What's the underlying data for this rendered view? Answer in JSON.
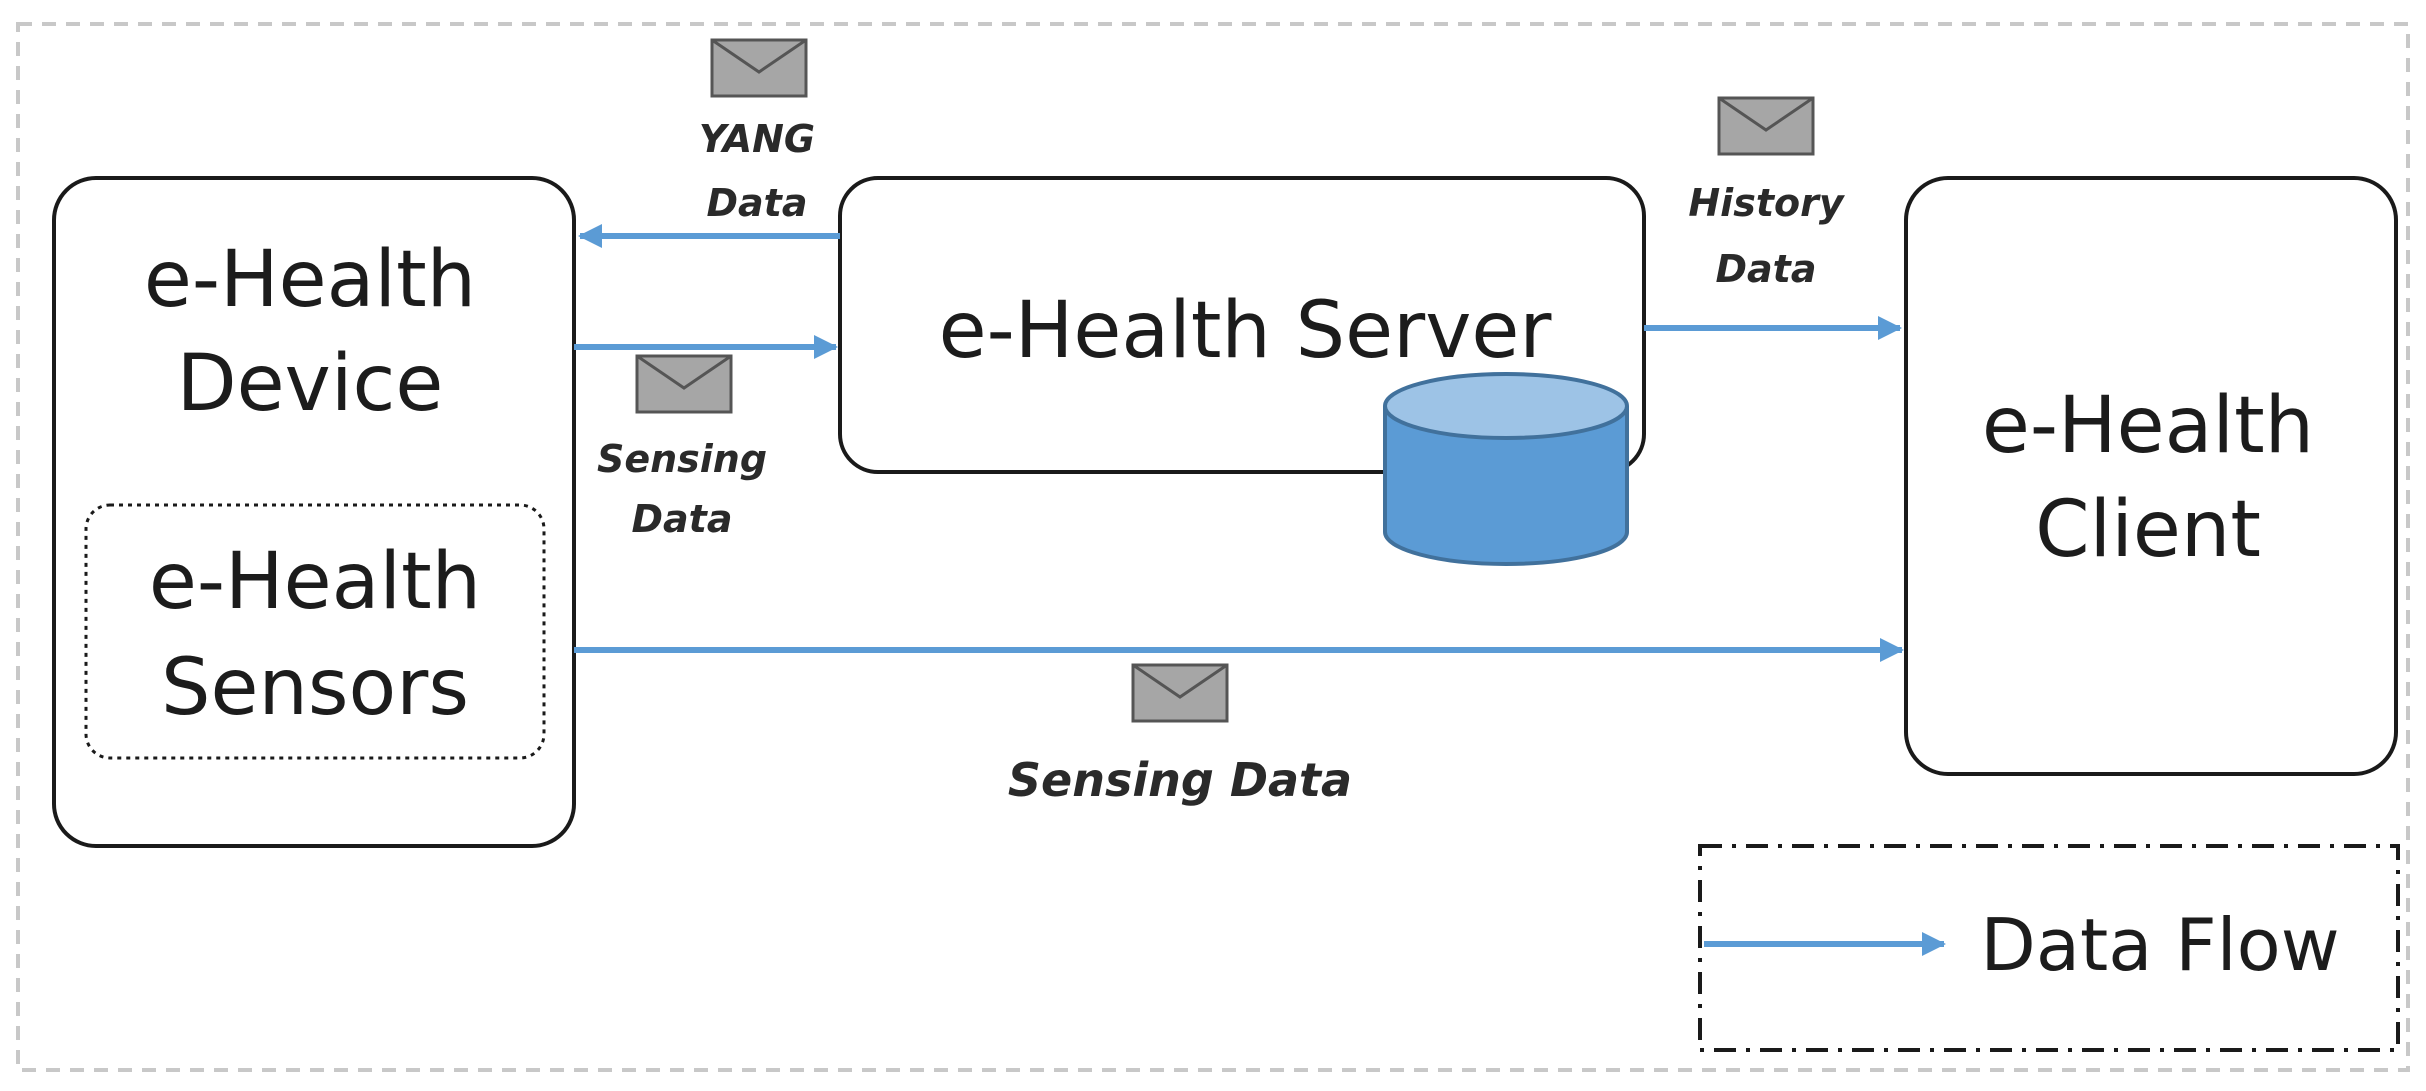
{
  "nodes": {
    "device": {
      "line1": "e-Health",
      "line2": "Device"
    },
    "sensors": {
      "line1": "e-Health",
      "line2": "Sensors"
    },
    "server": {
      "label": "e-Health Server"
    },
    "client": {
      "line1": "e-Health",
      "line2": "Client"
    }
  },
  "messages": {
    "yang": {
      "line1": "YANG",
      "line2": "Data"
    },
    "sensing_to_server": {
      "line1": "Sensing",
      "line2": "Data"
    },
    "history": {
      "line1": "History",
      "line2": "Data"
    },
    "sensing_to_client": {
      "label": "Sensing Data"
    }
  },
  "legend": {
    "label": "Data Flow"
  },
  "colors": {
    "arrow": "#5b9bd5",
    "database_body": "#5b9bd5",
    "database_top": "#9dc3e6",
    "envelope": "#a6a6a6"
  }
}
